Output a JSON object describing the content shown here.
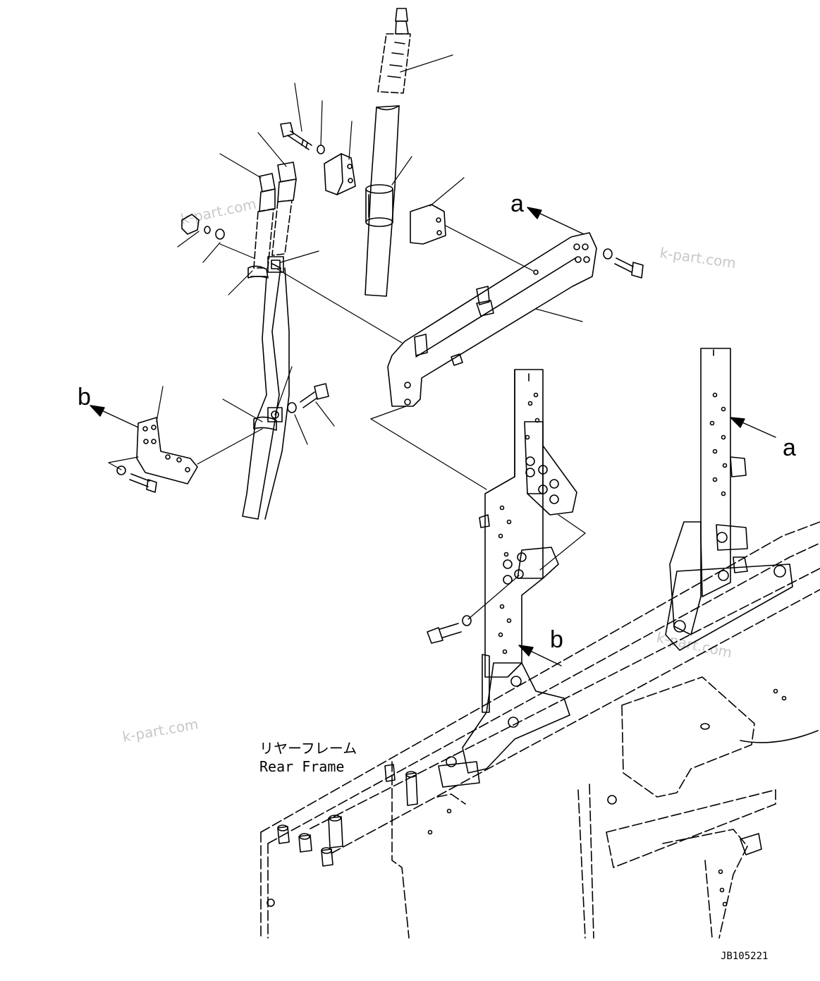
{
  "labels": {
    "a_top": "a",
    "a_right": "a",
    "b_left": "b",
    "b_mid": "b"
  },
  "caption": {
    "japanese": "リヤーフレーム",
    "english": "Rear Frame"
  },
  "drawing_code": "JB105221",
  "watermarks": [
    "k-part.com",
    "k-part.com",
    "k-part.com",
    "k-part.com"
  ],
  "colors": {
    "line": "#000000",
    "watermark": "#c8c8c8",
    "background": "#ffffff"
  }
}
